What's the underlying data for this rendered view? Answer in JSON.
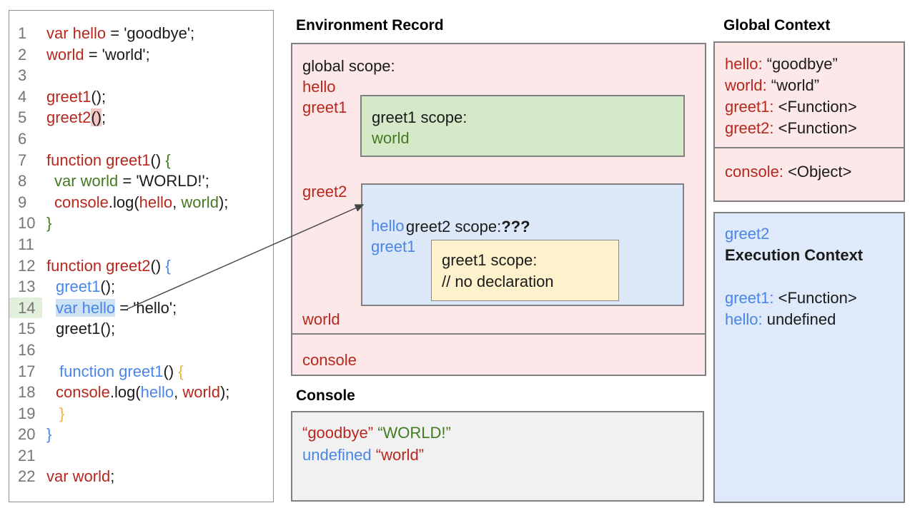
{
  "colors": {
    "red": "#b7271d",
    "blue": "#4a86e8",
    "green": "#447a22",
    "orange": "#f0b040",
    "black": "#1a1a1a",
    "gray": "#757575",
    "hl_blue": "#cfe2f3",
    "hl_pink": "#f2c6c2",
    "hl_green": "#e2efda",
    "pink_fill": "#fce8e8",
    "green_fill": "#d5e8c8",
    "blue_fill": "#dce8f8",
    "yellow_fill": "#fdf2cc",
    "gray_fill": "#f1f1f1"
  },
  "code_panel": {
    "lines": [
      {
        "n": "1",
        "indent": 0,
        "tokens": [
          {
            "t": "var hello",
            "c": "red"
          },
          {
            "t": " = 'goodbye';",
            "c": "black"
          }
        ]
      },
      {
        "n": "2",
        "indent": 0,
        "tokens": [
          {
            "t": "world",
            "c": "red"
          },
          {
            "t": " = 'world';",
            "c": "black"
          }
        ]
      },
      {
        "n": "3",
        "indent": 0,
        "tokens": []
      },
      {
        "n": "4",
        "indent": 0,
        "tokens": [
          {
            "t": "greet1",
            "c": "red"
          },
          {
            "t": "();",
            "c": "black"
          }
        ]
      },
      {
        "n": "5",
        "indent": 0,
        "tokens": [
          {
            "t": "greet2",
            "c": "red"
          },
          {
            "t": "()",
            "c": "black",
            "bg": "hl_pink"
          },
          {
            "t": ";",
            "c": "black"
          }
        ]
      },
      {
        "n": "6",
        "indent": 0,
        "tokens": []
      },
      {
        "n": "7",
        "indent": 0,
        "tokens": [
          {
            "t": "function greet1",
            "c": "red"
          },
          {
            "t": "() ",
            "c": "black"
          },
          {
            "t": "{",
            "c": "green"
          }
        ]
      },
      {
        "n": "8",
        "indent": 11,
        "tokens": [
          {
            "t": "var world",
            "c": "green"
          },
          {
            "t": " = 'WORLD!';",
            "c": "black"
          }
        ]
      },
      {
        "n": "9",
        "indent": 11,
        "tokens": [
          {
            "t": "console",
            "c": "red"
          },
          {
            "t": ".log(",
            "c": "black"
          },
          {
            "t": "hello",
            "c": "red"
          },
          {
            "t": ", ",
            "c": "black"
          },
          {
            "t": "world",
            "c": "green"
          },
          {
            "t": ");",
            "c": "black"
          }
        ]
      },
      {
        "n": "10",
        "indent": 0,
        "tokens": [
          {
            "t": "}",
            "c": "green"
          }
        ]
      },
      {
        "n": "11",
        "indent": 0,
        "tokens": []
      },
      {
        "n": "12",
        "indent": 0,
        "tokens": [
          {
            "t": "function greet2",
            "c": "red"
          },
          {
            "t": "() ",
            "c": "black"
          },
          {
            "t": "{",
            "c": "blue"
          }
        ]
      },
      {
        "n": "13",
        "indent": 13,
        "tokens": [
          {
            "t": "greet1",
            "c": "blue"
          },
          {
            "t": "();",
            "c": "black"
          }
        ]
      },
      {
        "n": "14",
        "indent": 13,
        "numBg": "hl_green",
        "tokens": [
          {
            "t": "var hello",
            "c": "blue",
            "bg": "hl_blue"
          },
          {
            "t": " = 'hello';",
            "c": "black"
          }
        ]
      },
      {
        "n": "15",
        "indent": 13,
        "tokens": [
          {
            "t": "greet1();",
            "c": "black"
          }
        ]
      },
      {
        "n": "16",
        "indent": 0,
        "tokens": []
      },
      {
        "n": "17",
        "indent": 18,
        "tokens": [
          {
            "t": "function greet1",
            "c": "blue"
          },
          {
            "t": "() ",
            "c": "black"
          },
          {
            "t": "{",
            "c": "orange"
          }
        ]
      },
      {
        "n": "18",
        "indent": 13,
        "tokens": [
          {
            "t": "console",
            "c": "red"
          },
          {
            "t": ".log(",
            "c": "black"
          },
          {
            "t": "hello",
            "c": "blue"
          },
          {
            "t": ", ",
            "c": "black"
          },
          {
            "t": "world",
            "c": "red"
          },
          {
            "t": ");",
            "c": "black"
          }
        ]
      },
      {
        "n": "19",
        "indent": 18,
        "tokens": [
          {
            "t": "}",
            "c": "orange"
          }
        ]
      },
      {
        "n": "20",
        "indent": 0,
        "tokens": [
          {
            "t": "}",
            "c": "blue"
          }
        ]
      },
      {
        "n": "21",
        "indent": 0,
        "tokens": []
      },
      {
        "n": "22",
        "indent": 0,
        "tokens": [
          {
            "t": "var world",
            "c": "red"
          },
          {
            "t": ";",
            "c": "black"
          }
        ]
      }
    ]
  },
  "environment_record": {
    "title": "Environment Record",
    "global_scope_label": "global scope:",
    "var_hello": "hello",
    "var_greet1": "greet1",
    "var_greet2": "greet2",
    "var_world": "world",
    "var_console": "console",
    "greet1_scope": {
      "label": "greet1 scope:",
      "var_world": "world"
    },
    "greet2_scope": {
      "label": "greet2 scope:",
      "question": "???",
      "var_hello": "hello",
      "var_greet1": "greet1",
      "inner_greet1_scope": {
        "label": "greet1 scope:",
        "comment": "// no declaration"
      }
    }
  },
  "console_panel": {
    "title": "Console",
    "lines": [
      [
        {
          "t": "“goodbye”",
          "c": "red"
        },
        {
          "t": " ",
          "c": "black"
        },
        {
          "t": "“WORLD!”",
          "c": "green"
        }
      ],
      [
        {
          "t": "undefined",
          "c": "blue"
        },
        {
          "t": " ",
          "c": "black"
        },
        {
          "t": "“world”",
          "c": "red"
        }
      ]
    ]
  },
  "global_context": {
    "title": "Global Context",
    "entries": [
      {
        "k": "hello:",
        "v": " “goodbye”",
        "kc": "red"
      },
      {
        "k": "world:",
        "v": " “world”",
        "kc": "red"
      },
      {
        "k": "greet1:",
        "v": " <Function>",
        "kc": "red"
      },
      {
        "k": "greet2:",
        "v": " <Function>",
        "kc": "red"
      }
    ],
    "console_entry": {
      "k": "console:",
      "v": " <Object>",
      "kc": "red"
    }
  },
  "execution_context": {
    "fn_name": "greet2",
    "title": "Execution Context",
    "entries": [
      {
        "k": "greet1:",
        "v": " <Function>",
        "kc": "blue"
      },
      {
        "k": "hello:",
        "v": " undefined",
        "kc": "blue"
      }
    ]
  }
}
